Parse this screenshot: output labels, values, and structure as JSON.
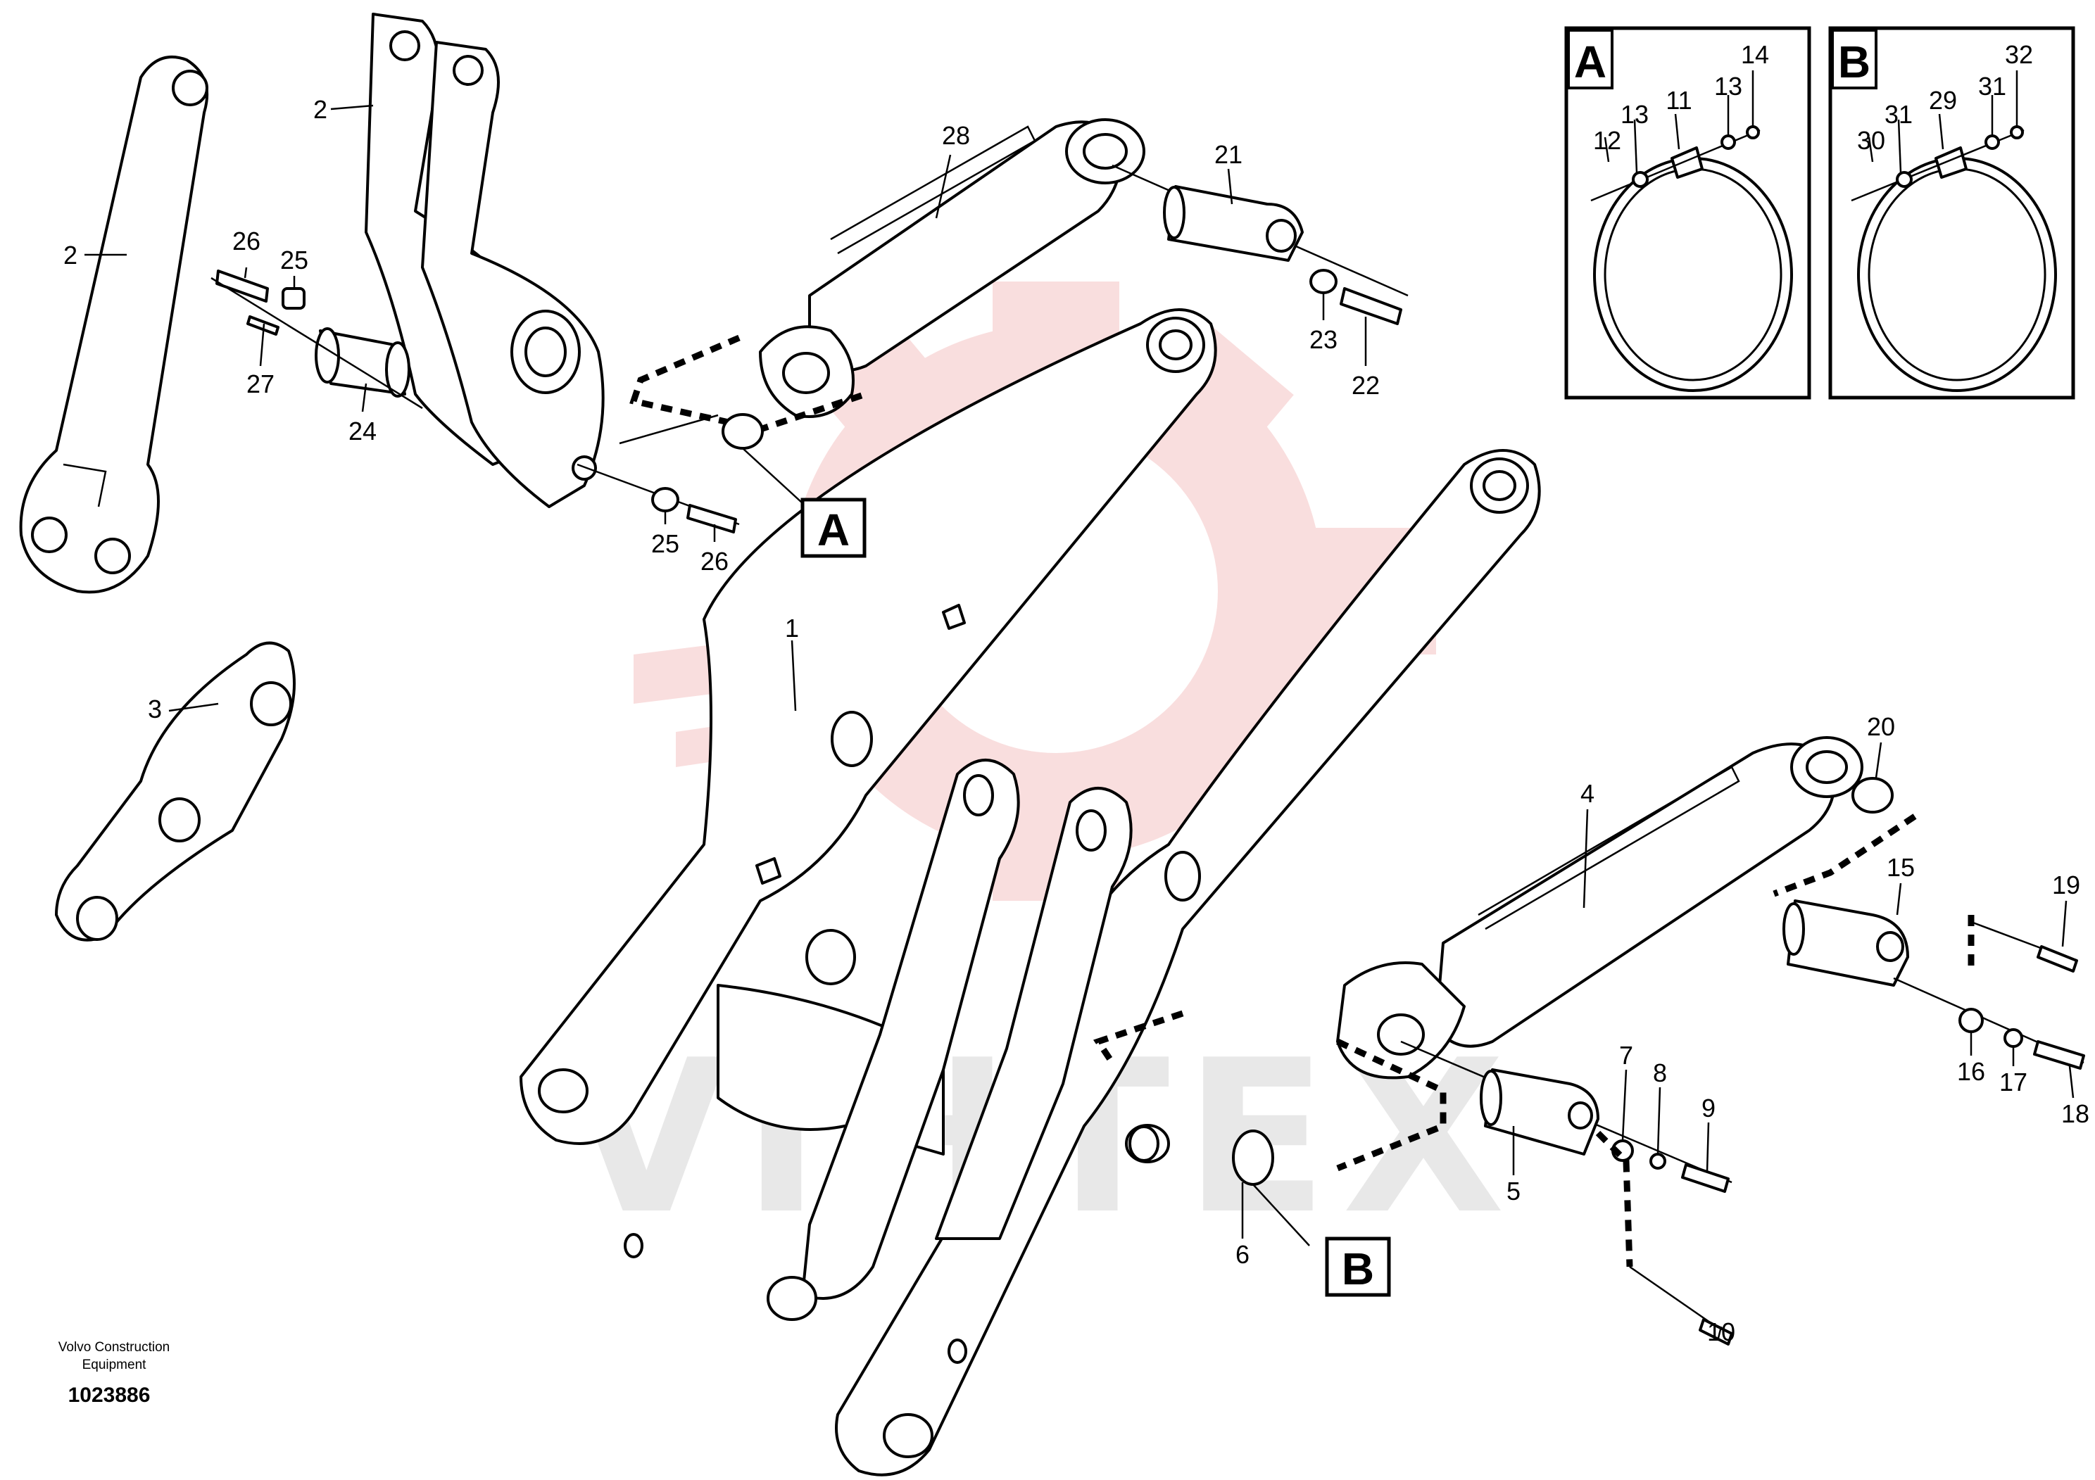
{
  "watermark": {
    "text": "VIHTEX",
    "gear_color": "#f5c4c4"
  },
  "callouts": {
    "c1": "1",
    "c2a": "2",
    "c2b": "2",
    "c3": "3",
    "c4": "4",
    "c5": "5",
    "c6": "6",
    "c7": "7",
    "c8": "8",
    "c9": "9",
    "c10": "10",
    "c15": "15",
    "c16": "16",
    "c17": "17",
    "c18": "18",
    "c19": "19",
    "c20": "20",
    "c21": "21",
    "c22": "22",
    "c23": "23",
    "c24": "24",
    "c25a": "25",
    "c25b": "25",
    "c26a": "26",
    "c26b": "26",
    "c27": "27",
    "c28": "28"
  },
  "detail_marks": {
    "a": "A",
    "b": "B"
  },
  "inset_a": {
    "letter": "A",
    "c11": "11",
    "c12": "12",
    "c13a": "13",
    "c13b": "13",
    "c14": "14"
  },
  "inset_b": {
    "letter": "B",
    "c29": "29",
    "c30": "30",
    "c31a": "31",
    "c31b": "31",
    "c32": "32"
  },
  "footer": {
    "line1": "Volvo Construction",
    "line2": "Equipment",
    "ref": "1023886"
  }
}
